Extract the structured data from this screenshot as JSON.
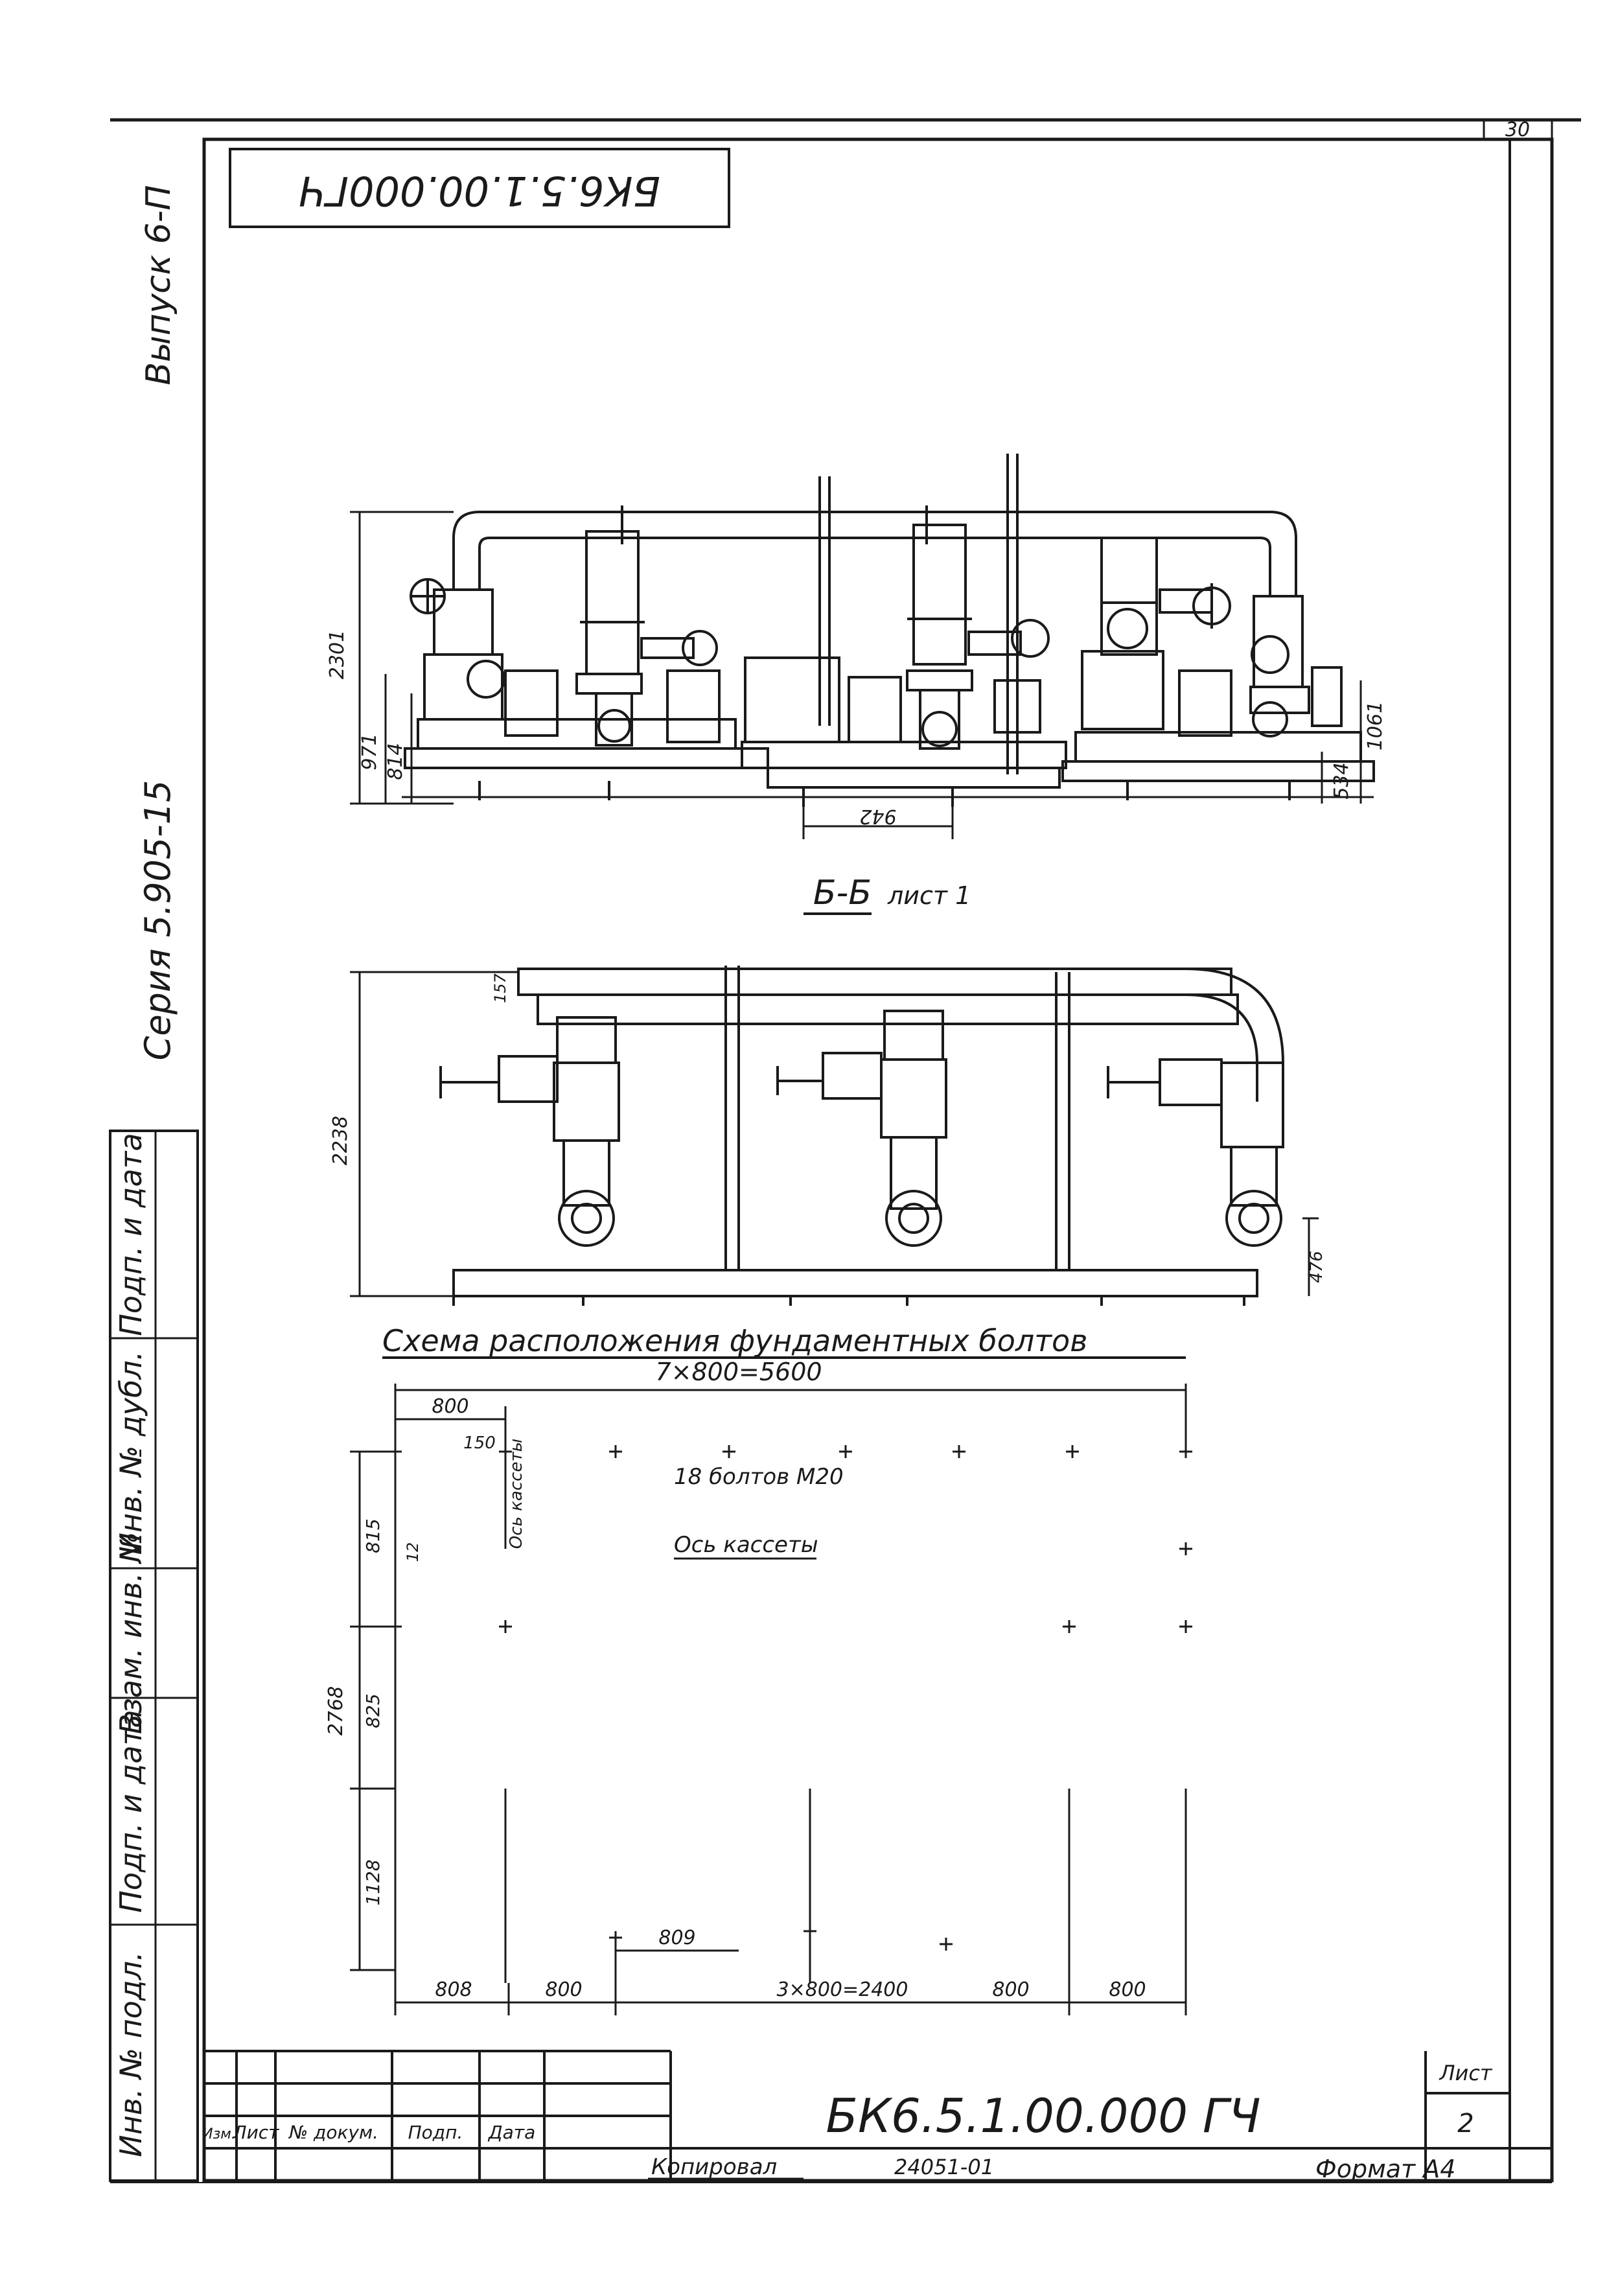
{
  "sheet_number_corner": "30",
  "top_stamp": "БК6.5.1.00.000ГЧ",
  "side": {
    "vypusk": "Выпуск 6-П",
    "seriya": "Серия 5.905-15"
  },
  "left_strip_labels": [
    "Подп. и дата",
    "Инв. № дубл.",
    "Взам. инв. №",
    "Подп. и дата",
    "Инв. № подл."
  ],
  "top_view": {
    "dims": {
      "h2301": "2301",
      "h971": "971",
      "h814": "814",
      "d942": "942",
      "h534": "534",
      "h1061": "1061"
    }
  },
  "section_label": {
    "name": "Б-Б",
    "ref": "лист 1"
  },
  "section_view": {
    "dims": {
      "h2238": "2238",
      "h476": "476",
      "h157": "157"
    }
  },
  "bolt_scheme": {
    "title": "Схема расположения фундаментных болтов",
    "top_dim": "7×800=5600",
    "d800_top": "800",
    "d150": "150",
    "note_bolts": "18 болтов М20",
    "note_axis": "Ось кассеты",
    "vert_label": "Ось кассеты",
    "dims_left": {
      "total": "2768",
      "a": "815",
      "b": "825",
      "c": "1128",
      "s": "12"
    },
    "d809": "809",
    "bottom_dims": [
      "808",
      "800",
      "3×800=2400",
      "800",
      "800"
    ]
  },
  "title_block": {
    "headers": [
      "Изм.",
      "Лист",
      "№ докум.",
      "Подп.",
      "Дата"
    ],
    "designation": "БК6.5.1.00.000 ГЧ",
    "sheet_label": "Лист",
    "sheet_value": "2"
  },
  "footer": {
    "copied": "Копировал",
    "number": "24051-01",
    "format": "Формат А4"
  }
}
